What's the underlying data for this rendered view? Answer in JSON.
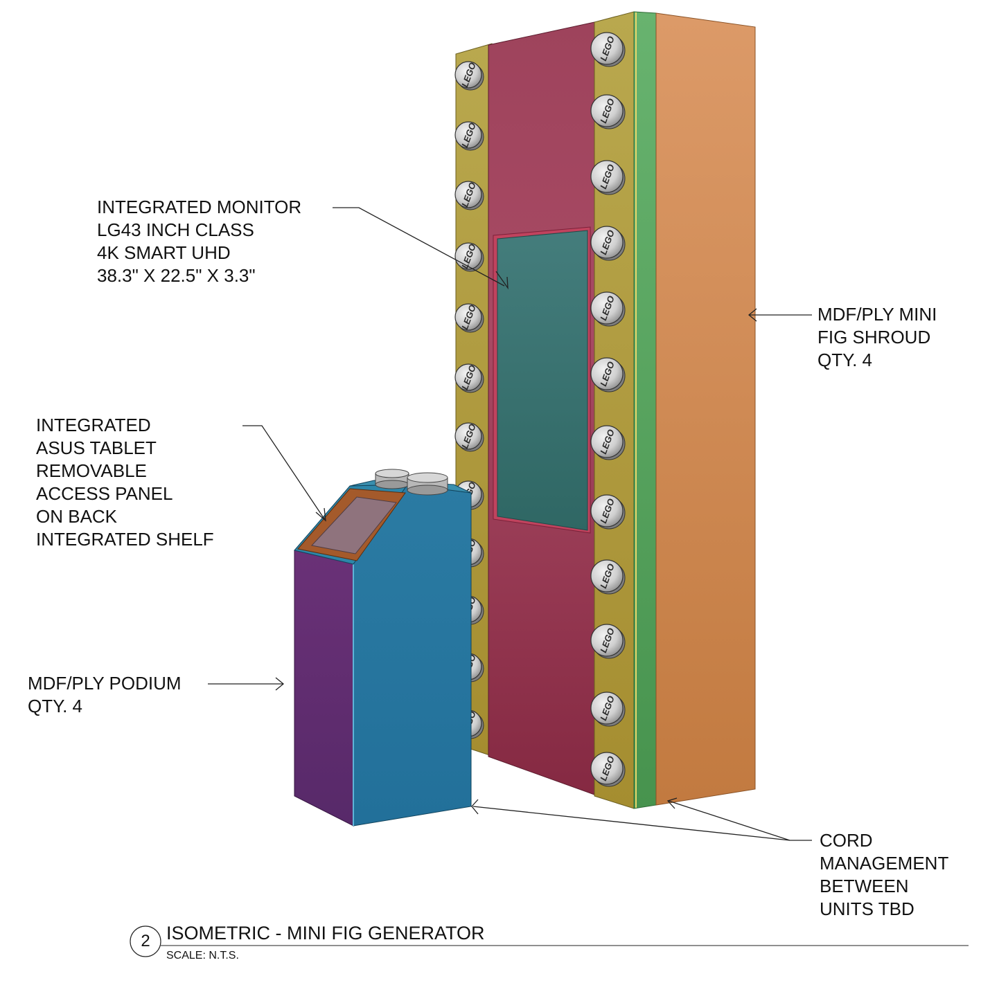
{
  "callouts": {
    "monitor": [
      "INTEGRATED MONITOR",
      "LG43 INCH CLASS",
      "4K SMART UHD",
      "38.3\" X 22.5\" X 3.3\""
    ],
    "shroud": [
      "MDF/PLY MINI",
      "FIG SHROUD",
      "QTY. 4"
    ],
    "tablet": [
      "INTEGRATED",
      "ASUS TABLET",
      "REMOVABLE",
      "ACCESS PANEL",
      "ON BACK",
      "INTEGRATED SHELF"
    ],
    "podium": [
      "MDF/PLY PODIUM",
      "QTY. 4"
    ],
    "cord": [
      "CORD",
      "MANAGEMENT",
      "BETWEEN",
      "UNITS TBD"
    ]
  },
  "stud_text": "LEGO",
  "title_block": {
    "number": "2",
    "title": "ISOMETRIC - MINI FIG GENERATOR",
    "scale": "SCALE: N.T.S."
  },
  "colors": {
    "shroud_side": "#d18a55",
    "shroud_front": "#9b3a58",
    "gold_strip": "#b8a548",
    "green_strip": "#5ea765",
    "monitor_screen": "#3b7272",
    "podium_front": "#2a77a0",
    "podium_side": "#622f72",
    "tablet_frame": "#a35a2a",
    "tablet_screen": "#8f737d",
    "stud": "#c9c9c9"
  }
}
